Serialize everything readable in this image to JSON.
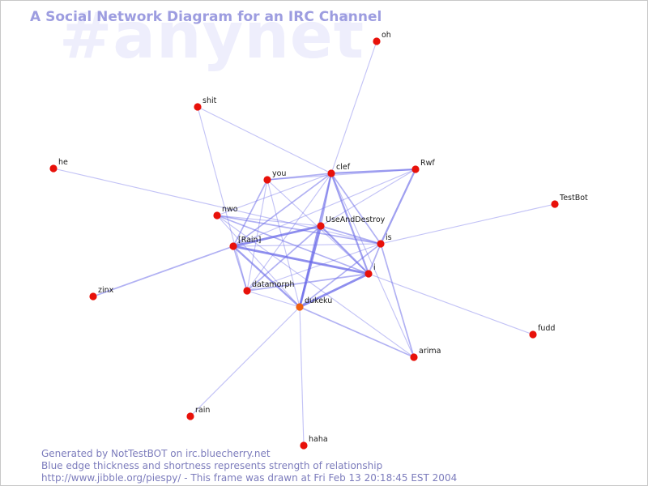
{
  "title": "A Social Network Diagram for an IRC Channel",
  "watermark": "#anynet",
  "footer": {
    "line1": "Generated by NotTestBOT on irc.bluecherry.net",
    "line2": "Blue edge thickness and shortness represents strength of relationship",
    "line3": "http://www.jibble.org/piespy/ - This frame was drawn at Fri Feb 13 20:18:45 EST 2004"
  },
  "colors": {
    "node": "#e8110a",
    "node_active": "#f06010",
    "edge": "#6a6ae8",
    "title": "#9d9de0",
    "footer": "#7c7cbc",
    "watermark": "#eeeefc"
  },
  "nodes": [
    {
      "id": "oh",
      "label": "oh"
    },
    {
      "id": "shit",
      "label": "shit"
    },
    {
      "id": "he",
      "label": "he"
    },
    {
      "id": "you",
      "label": "you"
    },
    {
      "id": "clef",
      "label": "clef"
    },
    {
      "id": "Rwf",
      "label": "Rwf"
    },
    {
      "id": "TestBot",
      "label": "TestBot"
    },
    {
      "id": "nwo",
      "label": "nwo"
    },
    {
      "id": "UseAndDestroy",
      "label": "UseAndDestroy"
    },
    {
      "id": "is",
      "label": "is"
    },
    {
      "id": "Rain",
      "label": "[Rain]"
    },
    {
      "id": "i",
      "label": "i"
    },
    {
      "id": "datamorph",
      "label": "datamorph"
    },
    {
      "id": "zinx",
      "label": "zinx"
    },
    {
      "id": "dukeku",
      "label": "dukeku",
      "active": true
    },
    {
      "id": "fudd",
      "label": "fudd"
    },
    {
      "id": "arima",
      "label": "arima"
    },
    {
      "id": "rain",
      "label": "rain"
    },
    {
      "id": "haha",
      "label": "haha"
    }
  ],
  "edges": [
    {
      "source": "oh",
      "target": "clef",
      "weight": 1
    },
    {
      "source": "shit",
      "target": "clef",
      "weight": 1
    },
    {
      "source": "shit",
      "target": "datamorph",
      "weight": 1
    },
    {
      "source": "he",
      "target": "is",
      "weight": 1
    },
    {
      "source": "you",
      "target": "clef",
      "weight": 2
    },
    {
      "source": "you",
      "target": "Rain",
      "weight": 2
    },
    {
      "source": "you",
      "target": "datamorph",
      "weight": 1
    },
    {
      "source": "you",
      "target": "dukeku",
      "weight": 1
    },
    {
      "source": "you",
      "target": "i",
      "weight": 1
    },
    {
      "source": "you",
      "target": "Rwf",
      "weight": 1
    },
    {
      "source": "clef",
      "target": "Rwf",
      "weight": 3
    },
    {
      "source": "clef",
      "target": "nwo",
      "weight": 1
    },
    {
      "source": "clef",
      "target": "Rain",
      "weight": 2
    },
    {
      "source": "clef",
      "target": "UseAndDestroy",
      "weight": 2
    },
    {
      "source": "clef",
      "target": "dukeku",
      "weight": 3
    },
    {
      "source": "clef",
      "target": "i",
      "weight": 3
    },
    {
      "source": "clef",
      "target": "is",
      "weight": 2
    },
    {
      "source": "clef",
      "target": "datamorph",
      "weight": 1
    },
    {
      "source": "clef",
      "target": "arima",
      "weight": 1
    },
    {
      "source": "Rwf",
      "target": "is",
      "weight": 3
    },
    {
      "source": "Rwf",
      "target": "UseAndDestroy",
      "weight": 1
    },
    {
      "source": "Rwf",
      "target": "Rain",
      "weight": 1
    },
    {
      "source": "TestBot",
      "target": "is",
      "weight": 1
    },
    {
      "source": "nwo",
      "target": "is",
      "weight": 2
    },
    {
      "source": "nwo",
      "target": "i",
      "weight": 2
    },
    {
      "source": "nwo",
      "target": "dukeku",
      "weight": 1
    },
    {
      "source": "nwo",
      "target": "UseAndDestroy",
      "weight": 1
    },
    {
      "source": "nwo",
      "target": "arima",
      "weight": 1
    },
    {
      "source": "UseAndDestroy",
      "target": "Rain",
      "weight": 4
    },
    {
      "source": "UseAndDestroy",
      "target": "is",
      "weight": 2
    },
    {
      "source": "UseAndDestroy",
      "target": "i",
      "weight": 3
    },
    {
      "source": "UseAndDestroy",
      "target": "dukeku",
      "weight": 4
    },
    {
      "source": "UseAndDestroy",
      "target": "datamorph",
      "weight": 2
    },
    {
      "source": "is",
      "target": "Rain",
      "weight": 1
    },
    {
      "source": "is",
      "target": "i",
      "weight": 2
    },
    {
      "source": "is",
      "target": "dukeku",
      "weight": 2
    },
    {
      "source": "is",
      "target": "arima",
      "weight": 2
    },
    {
      "source": "is",
      "target": "datamorph",
      "weight": 1
    },
    {
      "source": "Rain",
      "target": "i",
      "weight": 4
    },
    {
      "source": "Rain",
      "target": "dukeku",
      "weight": 3
    },
    {
      "source": "Rain",
      "target": "datamorph",
      "weight": 2
    },
    {
      "source": "Rain",
      "target": "zinx",
      "weight": 2
    },
    {
      "source": "i",
      "target": "dukeku",
      "weight": 4
    },
    {
      "source": "i",
      "target": "datamorph",
      "weight": 2
    },
    {
      "source": "i",
      "target": "fudd",
      "weight": 1
    },
    {
      "source": "dukeku",
      "target": "arima",
      "weight": 2
    },
    {
      "source": "dukeku",
      "target": "rain",
      "weight": 1
    },
    {
      "source": "dukeku",
      "target": "haha",
      "weight": 1
    },
    {
      "source": "dukeku",
      "target": "datamorph",
      "weight": 1
    }
  ]
}
